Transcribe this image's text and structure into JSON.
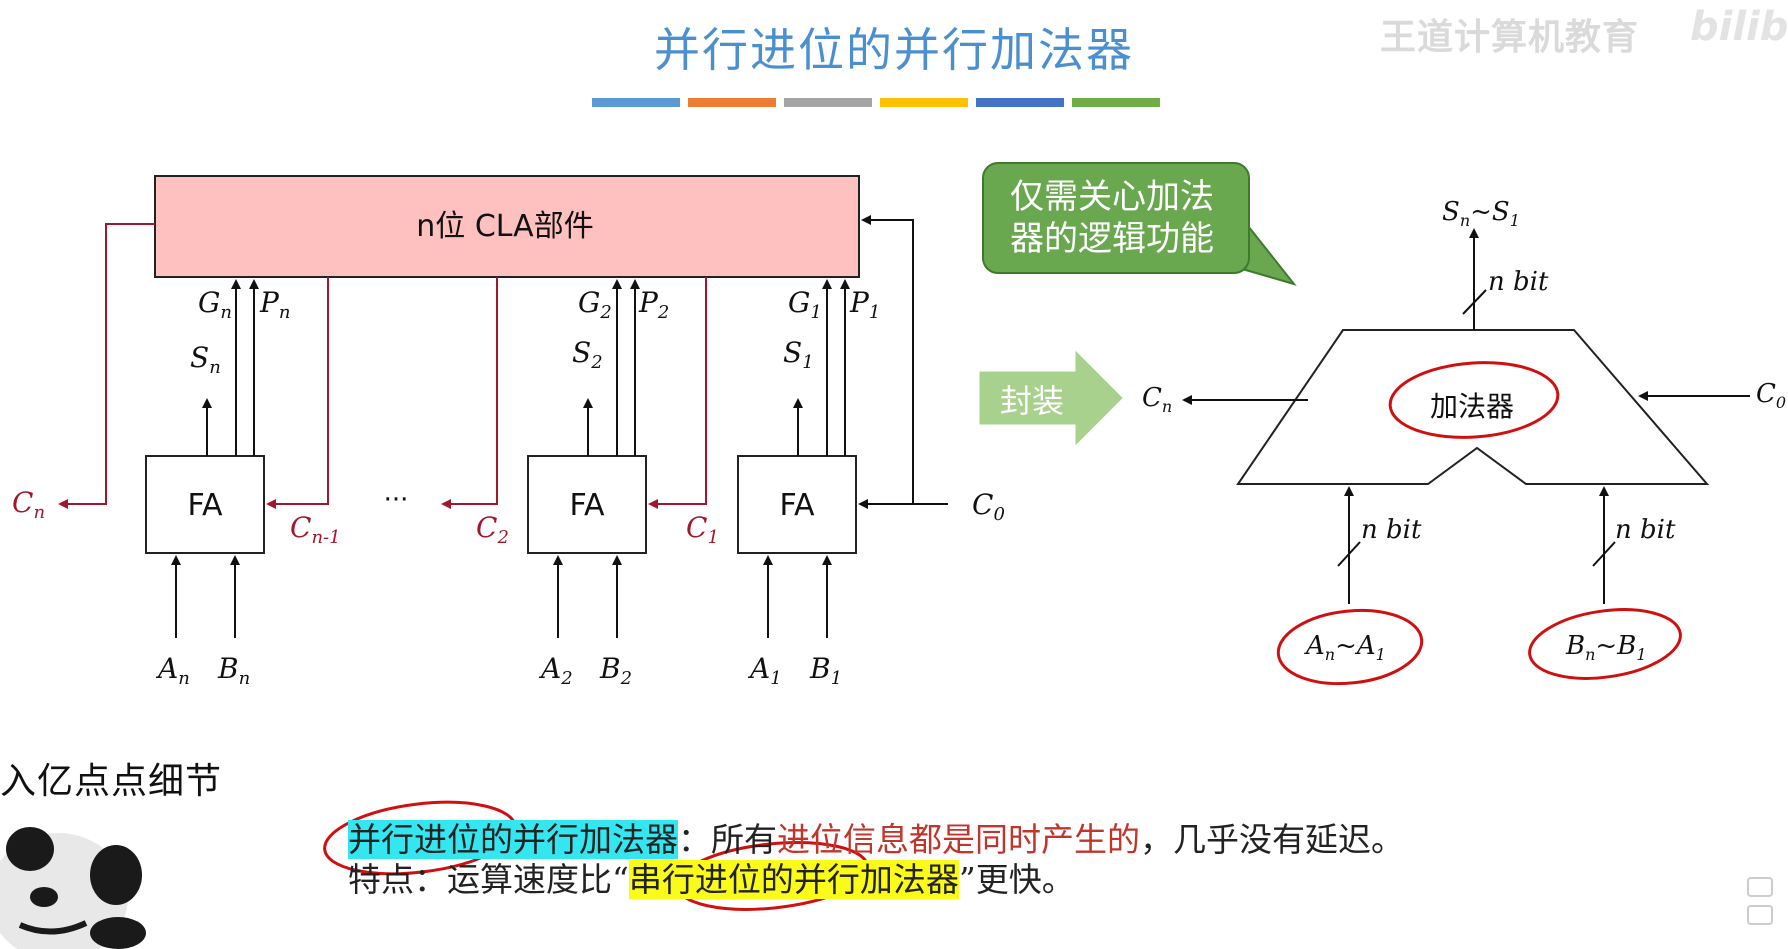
{
  "title": "并行进位的并行加法器",
  "watermark": "王道计算机教育",
  "watermark_logo": "bilibili",
  "color_bars": [
    "#5b9bd5",
    "#ed7d31",
    "#a5a5a5",
    "#ffc000",
    "#4472c4",
    "#70ad47"
  ],
  "diagram_left": {
    "cla_label": "n位 CLA部件",
    "fa_label": "FA",
    "ellipsis": "···",
    "c0_label": "C",
    "c0_sub": "0",
    "units": [
      {
        "g": "G",
        "p": "P",
        "s": "S",
        "a": "A",
        "b": "B",
        "sub": "n",
        "carry_in": "C",
        "carry_in_sub": "n-1"
      },
      {
        "g": "G",
        "p": "P",
        "s": "S",
        "a": "A",
        "b": "B",
        "sub": "2",
        "carry_in": "C",
        "carry_in_sub": "1"
      },
      {
        "g": "G",
        "p": "P",
        "s": "S",
        "a": "A",
        "b": "B",
        "sub": "1"
      }
    ],
    "cn_out": "C",
    "cn_out_sub": "n",
    "c2_label": "C",
    "c2_sub": "2"
  },
  "callout": {
    "line1": "仅需关心加法",
    "line2": "器的逻辑功能"
  },
  "pack_label": "封装",
  "diagram_right": {
    "adder_label": "加法器",
    "sum_label": "S",
    "sum_sub1": "n",
    "sum_tilde": "~S",
    "sum_sub2": "1",
    "bit_label": "n bit",
    "cn_label": "C",
    "cn_sub": "n",
    "c0_label": "C",
    "c0_sub": "0",
    "a_label": "A",
    "a_sub1": "n",
    "a_tilde": "~A",
    "a_sub2": "1",
    "b_label": "B",
    "b_sub1": "n",
    "b_tilde": "~B",
    "b_sub2": "1"
  },
  "side_caption": "入亿点点细节",
  "text": {
    "term1": "并行进位的并行加法器",
    "colon1": "：所有",
    "red1": "进位信息都是同时产生的",
    "rest1": "，几乎没有延迟。",
    "label2": "特点：运算速度比“",
    "term2": "串行进位的并行加法器",
    "rest2": "”更快。"
  },
  "colors": {
    "title": "#4a8fd0",
    "carry_red": "#a0172e",
    "cla_fill": "#ffc0c0",
    "callout_green": "#6aa84f",
    "pack_arrow": "#a9d18e",
    "annotation_red": "#d01010"
  }
}
